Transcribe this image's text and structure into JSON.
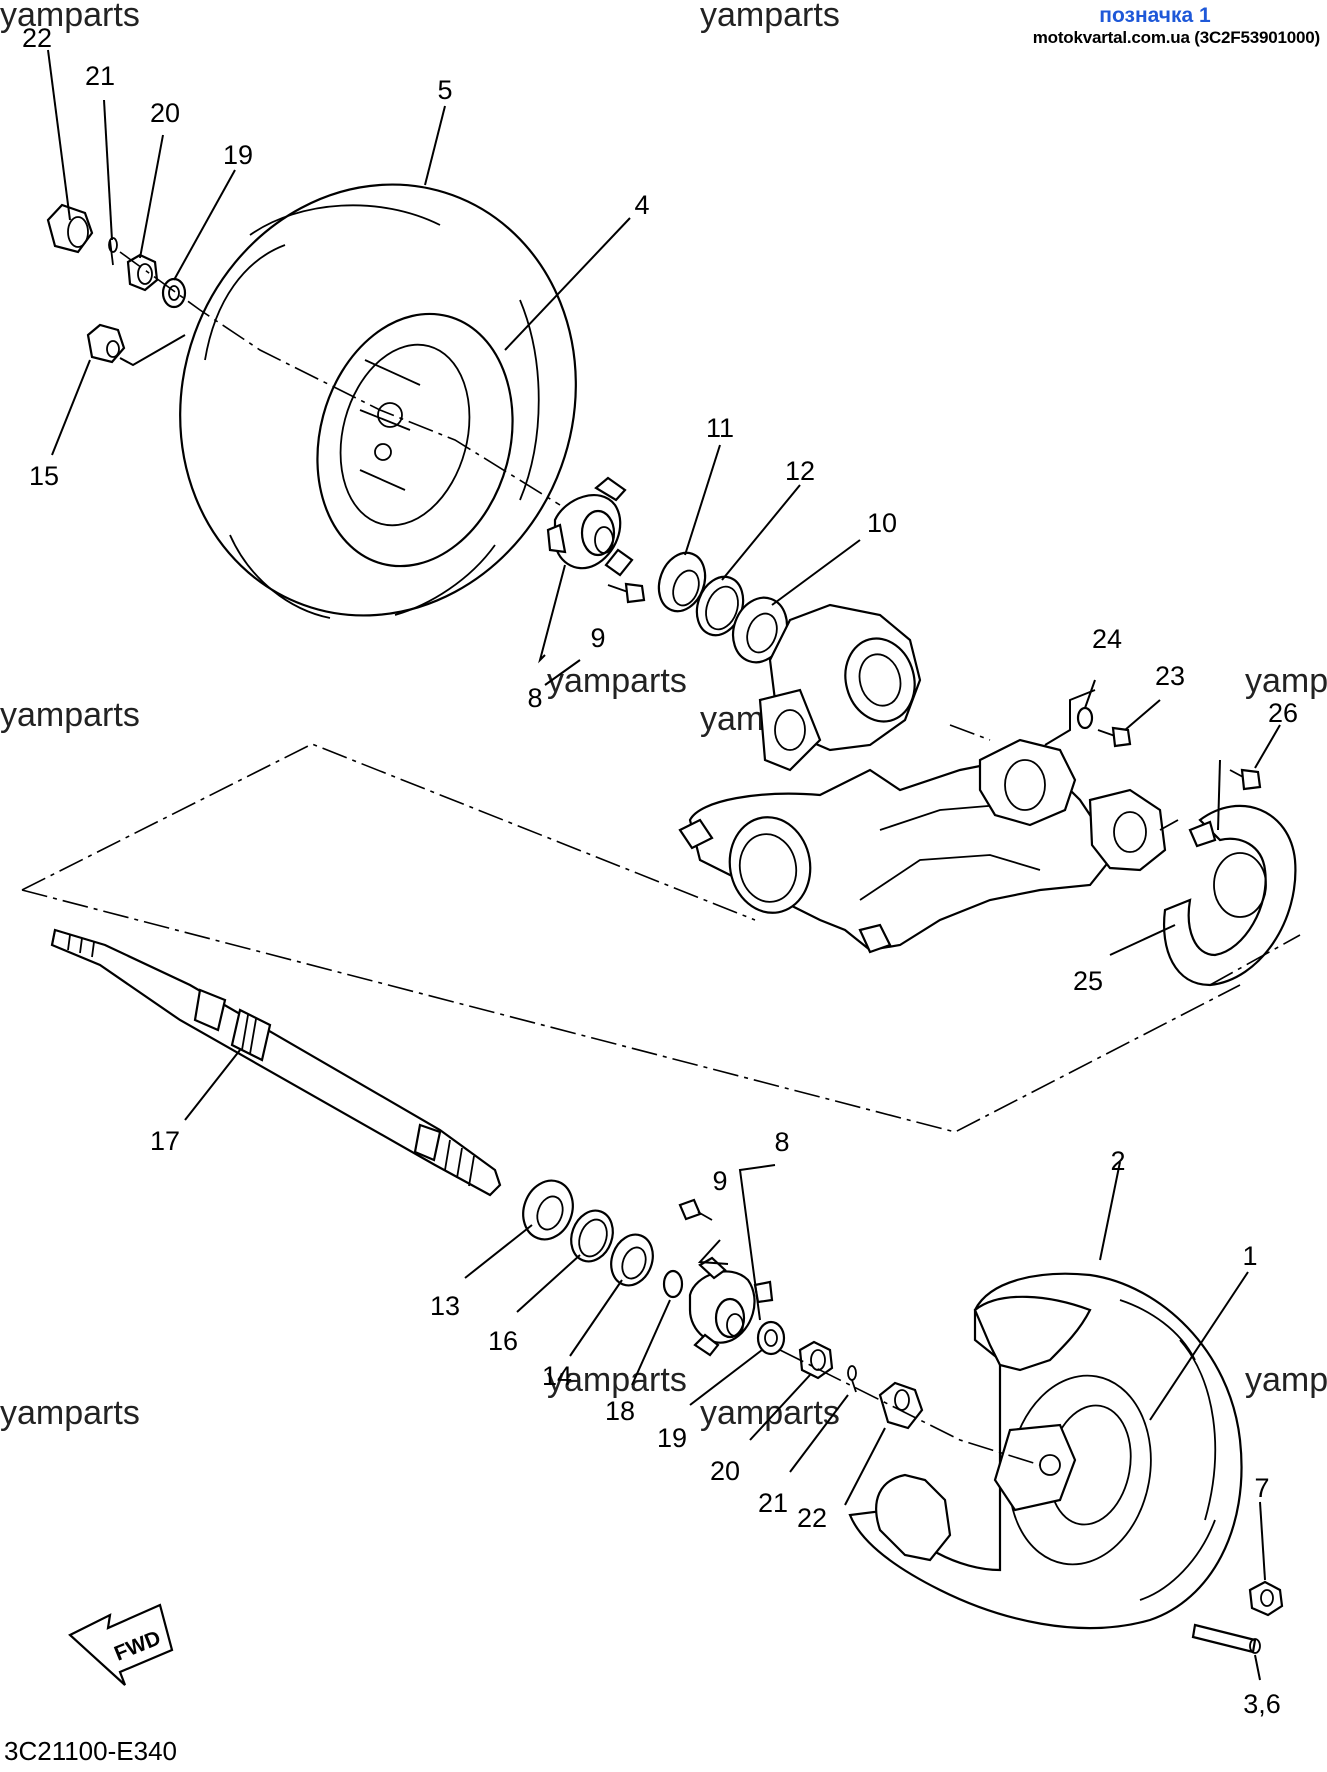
{
  "header": {
    "title": "позначка 1",
    "source": "motokvartal.com.ua (3C2F53901000)"
  },
  "watermark": "yamparts",
  "fwd_label": "FWD",
  "diagram_code": "3C21100-E340",
  "callouts": {
    "c1": "1",
    "c2": "2",
    "c36": "3,6",
    "c4": "4",
    "c5": "5",
    "c7": "7",
    "c8_top": "8",
    "c8_bottom": "8",
    "c9_top": "9",
    "c9_bottom": "9",
    "c10": "10",
    "c11": "11",
    "c12": "12",
    "c13": "13",
    "c14": "14",
    "c15": "15",
    "c16": "16",
    "c17": "17",
    "c18": "18",
    "c19_top": "19",
    "c19_bottom": "19",
    "c20_top": "20",
    "c20_bottom": "20",
    "c21_top": "21",
    "c21_bottom": "21",
    "c22_top": "22",
    "c22_bottom": "22",
    "c23": "23",
    "c24": "24",
    "c25": "25",
    "c26": "26"
  }
}
